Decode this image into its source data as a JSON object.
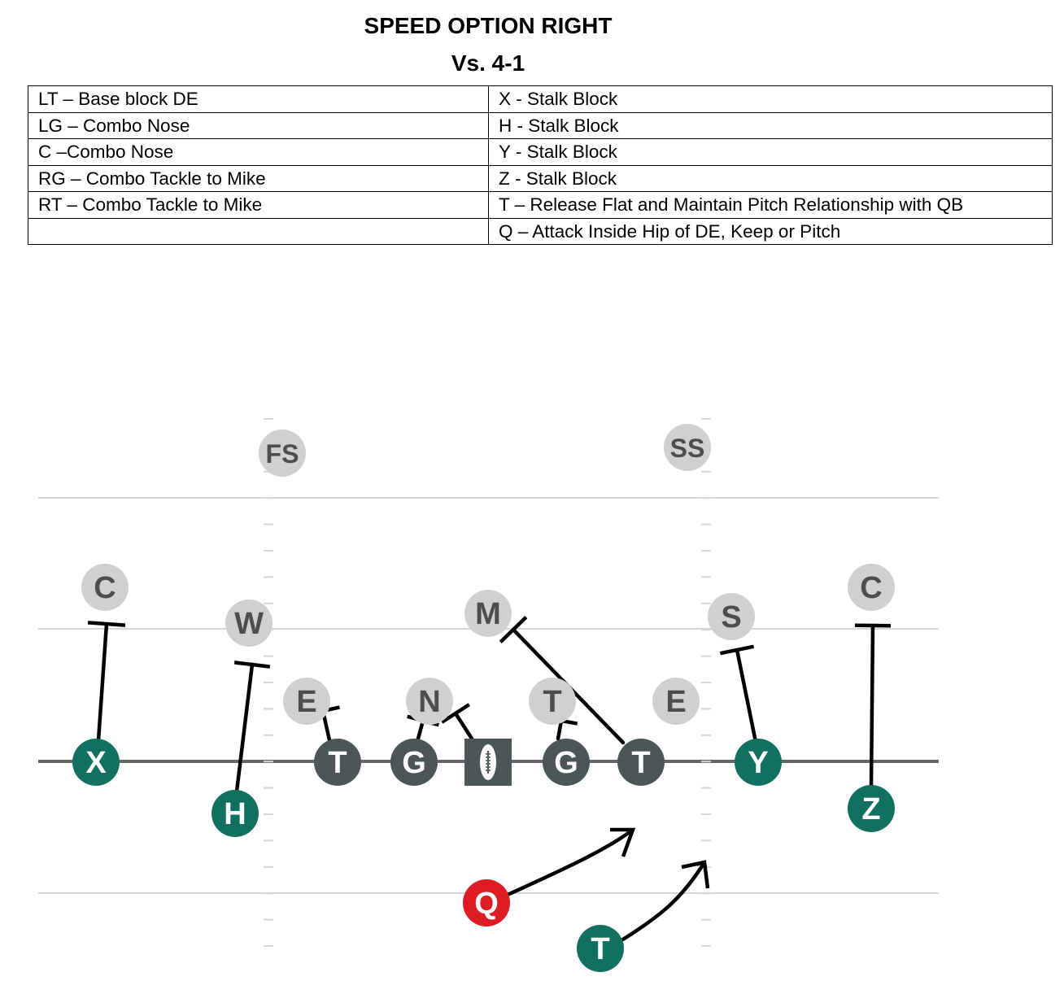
{
  "title": "SPEED OPTION RIGHT",
  "subtitle": "Vs. 4-1",
  "assignments": [
    [
      "LT – Base block DE",
      "X - Stalk Block"
    ],
    [
      "LG – Combo Nose",
      "H - Stalk Block"
    ],
    [
      "C –Combo Nose",
      "Y - Stalk Block"
    ],
    [
      "RG – Combo Tackle to Mike",
      "Z - Stalk Block"
    ],
    [
      "RT – Combo Tackle to Mike",
      "T – Release Flat and Maintain Pitch Relationship with QB"
    ],
    [
      "",
      "Q – Attack Inside Hip of DE, Keep or Pitch"
    ]
  ],
  "colors": {
    "offense_skill": "#127062",
    "offense_line": "#4b5659",
    "quarterback": "#dd1c24",
    "defense": "#d0d0d0",
    "defense_text": "#4d4d4d",
    "field_line": "#d6d6d6",
    "scrimmage_line": "#666666"
  },
  "defense": [
    {
      "label": "FS"
    },
    {
      "label": "SS"
    },
    {
      "label": "C"
    },
    {
      "label": "W"
    },
    {
      "label": "M"
    },
    {
      "label": "S"
    },
    {
      "label": "C"
    },
    {
      "label": "E"
    },
    {
      "label": "N"
    },
    {
      "label": "T"
    },
    {
      "label": "E"
    }
  ],
  "offense": [
    {
      "label": "X",
      "role": "skill",
      "icon": ""
    },
    {
      "label": "H",
      "role": "skill",
      "icon": ""
    },
    {
      "label": "T",
      "role": "line",
      "icon": ""
    },
    {
      "label": "G",
      "role": "line",
      "icon": ""
    },
    {
      "label": "",
      "role": "center",
      "icon": "football-icon"
    },
    {
      "label": "G",
      "role": "line",
      "icon": ""
    },
    {
      "label": "T",
      "role": "line",
      "icon": ""
    },
    {
      "label": "Y",
      "role": "skill",
      "icon": ""
    },
    {
      "label": "Z",
      "role": "skill",
      "icon": ""
    },
    {
      "label": "Q",
      "role": "quarterback",
      "icon": ""
    },
    {
      "label": "T",
      "role": "skill",
      "icon": ""
    }
  ]
}
